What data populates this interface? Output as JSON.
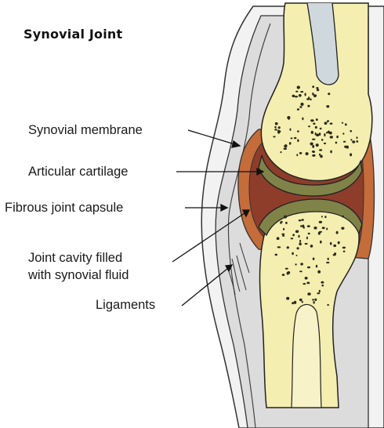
{
  "title": "Synovial Joint",
  "labels": {
    "synovial_membrane": "Synovial membrane",
    "articular_cartilage": "Articular cartilage",
    "fibrous_capsule": "Fibrous joint capsule",
    "joint_cavity_line1": "Joint cavity filled",
    "joint_cavity_line2": "with synovial fluid",
    "ligaments": "Ligaments"
  },
  "colors": {
    "bone": "#f4eeb0",
    "marrow_dots": "#2a2a1a",
    "cartilage": "#7f8348",
    "synovial_fluid": "#8e3d2b",
    "synovial_membrane": "#c46c3a",
    "capsule": "#d6d6d6",
    "outline": "#222222"
  }
}
